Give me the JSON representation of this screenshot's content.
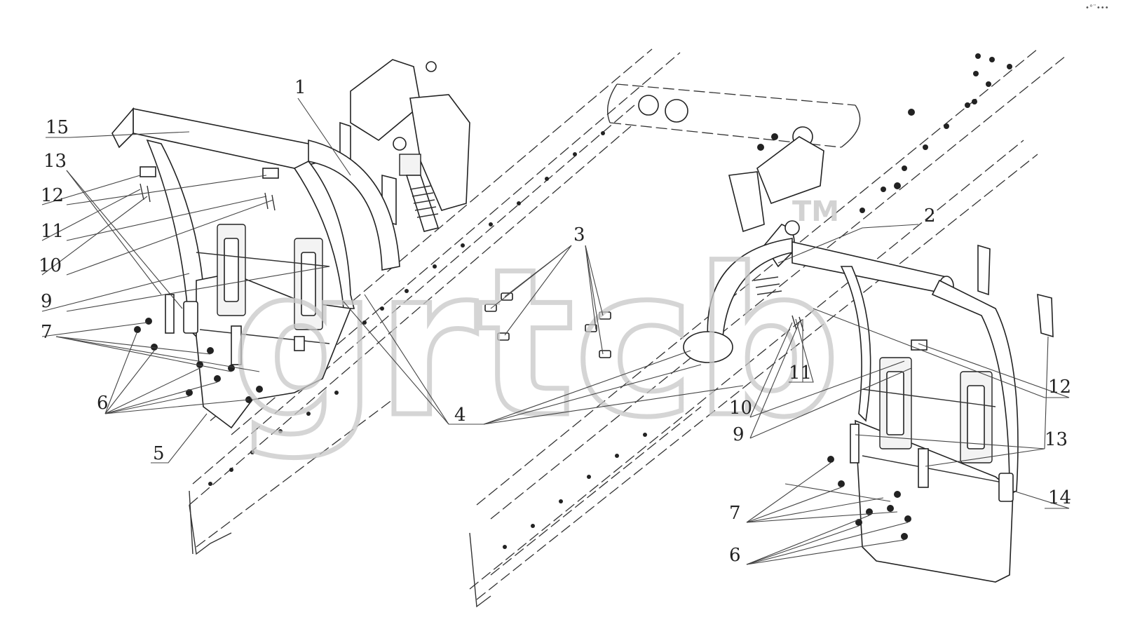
{
  "diagram": {
    "callouts": [
      "1",
      "2",
      "3",
      "4",
      "5",
      "6",
      "7",
      "9",
      "10",
      "11",
      "12",
      "13",
      "14",
      "15"
    ],
    "left_labels": {
      "l15": "15",
      "l13": "13",
      "l12": "12",
      "l11": "11",
      "l10": "10",
      "l9": "9",
      "l7": "7",
      "l6": "6",
      "l5": "5"
    },
    "center_labels": {
      "l1": "1",
      "l3": "3",
      "l4": "4",
      "l2": "2"
    },
    "right_labels": {
      "l11": "11",
      "l10": "10",
      "l9": "9",
      "l12": "12",
      "l13": "13",
      "l14": "14",
      "l7": "7",
      "l6": "6"
    },
    "watermark": "grtcb",
    "watermark_tm": "TM",
    "corner_mark": "•°¨•••"
  }
}
